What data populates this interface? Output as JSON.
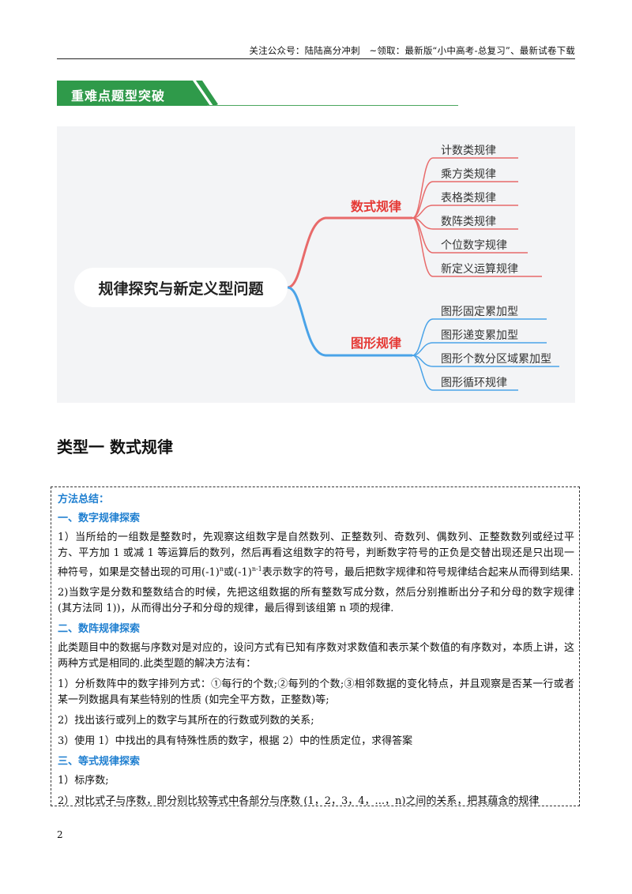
{
  "header": {
    "text": "关注公众号：陆陆高分冲刺　~领取：最新版“小中高考-总复习”、最新试卷下载"
  },
  "banner": {
    "title": "重难点题型突破"
  },
  "mindmap": {
    "root": "规律探究与新定义型问题",
    "branch_colors": {
      "top": "#e86a6a",
      "bottom": "#4aa3e8"
    },
    "branches": [
      {
        "label": "数式规律",
        "items": [
          "计数类规律",
          "乘方类规律",
          "表格类规律",
          "数阵类规律",
          "个位数字规律",
          "新定义运算规律"
        ]
      },
      {
        "label": "图形规律",
        "items": [
          "图形固定累加型",
          "图形递变累加型",
          "图形个数分区域累加型",
          "图形循环规律"
        ]
      }
    ]
  },
  "section": {
    "title": "类型一  数式规律"
  },
  "summary": {
    "title": "方法总结：",
    "h1": "一、数字规律探索",
    "p1a": "1）当所给的一组数是整数时，先观察这组数字是自然数列、正整数列、奇数列、偶数列、正整数数列或经过平方、平方加 1 或减 1 等运算后的数列，然后再看这组数字的符号，判断数字符号的正负是交替出现还是只出现一种符号，如果是交替出现的可用",
    "p1b": "(-1)",
    "p1b_sup": "n",
    "p1c": "或",
    "p1d": "(-1)",
    "p1d_sup": "n-1",
    "p1e": "表示数字的符号，最后把数字规律和符号规律结合起来从而得到结果.",
    "p2": "2)当数字是分数和整数结合的时候，先把这组数据的所有整数写成分数，然后分别推断出分子和分母的数字规律(其方法同 1))，从而得出分子和分母的规律，最后得到该组第 n 项的规律.",
    "h2": "二、数阵规律探索",
    "p3": "此类题目中的数据与序数对是对应的，设问方式有已知有序数对求数值和表示某个数值的有序数对，本质上讲，这两种方式是相同的.此类型题的解决方法有：",
    "p4": "1）分析数阵中的数字排列方式：①每行的个数;②每列的个数;③相邻数据的变化特点，并且观察是否某一行或者某一列数据具有某些特别的性质  (如完全平方数，正整数)等;",
    "p5": "2）找出该行或列上的数字与其所在的行数或列数的关系;",
    "p6": "3）使用 1）中找出的具有特殊性质的数字，根据 2）中的性质定位，求得答案",
    "h3": "三、等式规律探索",
    "p7": "1）标序数;",
    "p8": "2）对比式子与序数，即分别比较等式中各部分与序数  (1，2，3，4，...，n)之间的关系，把其蕴含的规律"
  },
  "footer": {
    "page_number": "2"
  }
}
